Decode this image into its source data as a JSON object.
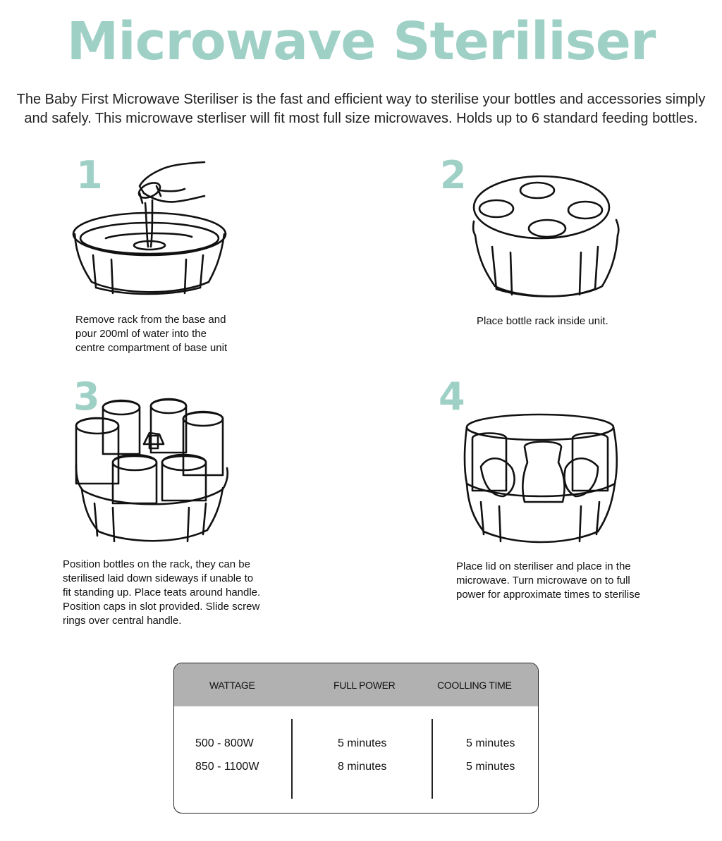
{
  "title": "Microwave Steriliser",
  "intro": {
    "line1": "The Baby First Microwave Steriliser is the fast and efficient way to sterilise your bottles and accessories simply",
    "line2": "and safely. This microwave sterliser will fit most full size microwaves. Holds up to 6 standard feeding bottles."
  },
  "steps": [
    {
      "number": "1",
      "lines": [
        "Remove rack from the base and",
        "pour 200ml of water into the",
        "centre compartment of base unit"
      ]
    },
    {
      "number": "2",
      "lines": [
        "Place bottle rack inside unit."
      ]
    },
    {
      "number": "3",
      "lines": [
        "Position bottles on the rack, they can be",
        "sterilised laid down sideways if unable to",
        "fit standing up. Place teats around handle.",
        "Position caps in slot provided. Slide screw",
        "rings over central handle."
      ]
    },
    {
      "number": "4",
      "lines": [
        "Place lid on steriliser and place in the",
        "microwave. Turn microwave on to full",
        "power for approximate times to sterilise"
      ]
    }
  ],
  "table": {
    "headers": [
      "WATTAGE",
      "FULL POWER",
      "COOLLING TIME"
    ],
    "rows": [
      [
        "500 - 800W",
        "5 minutes",
        "5 minutes"
      ],
      [
        "850 - 1100W",
        "8 minutes",
        "5 minutes"
      ]
    ]
  },
  "colors": {
    "accent": "#9fd0c6",
    "header_bg": "#b1b1b1"
  }
}
